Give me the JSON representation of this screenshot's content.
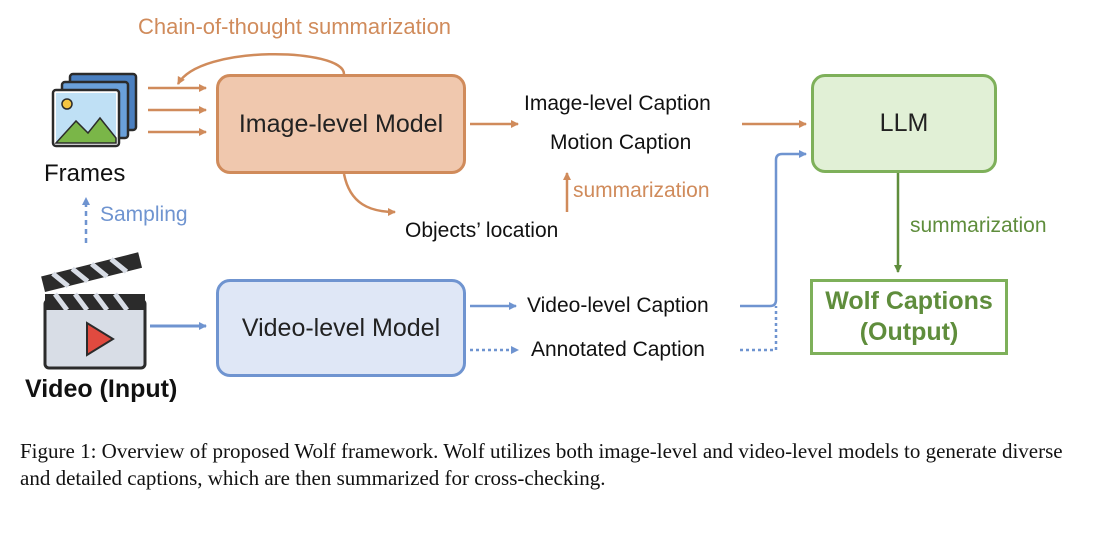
{
  "diagram": {
    "cot_label": "Chain-of-thought summarization",
    "frames_label": "Frames",
    "sampling_label": "Sampling",
    "video_label": "Video (Input)",
    "image_model_label": "Image-level Model",
    "video_model_label": "Video-level Model",
    "image_caption_label": "Image-level Caption",
    "motion_caption_label": "Motion Caption",
    "summarization_mid_label": "summarization",
    "objects_location_label": "Objects’ location",
    "video_caption_label": "Video-level Caption",
    "annotated_caption_label": "Annotated Caption",
    "llm_label": "LLM",
    "summarization_right_label": "summarization",
    "output_line1": "Wolf Captions",
    "output_line2": "(Output)",
    "colors": {
      "orange": "#d08b5b",
      "orange_fill": "#f0c8ae",
      "blue": "#6f94d0",
      "blue_fill": "#dfe7f6",
      "green": "#5f8d3c",
      "green_box": "#7eb05a",
      "green_fill": "#e1f0d6"
    },
    "icons": [
      "frames-icon",
      "video-clapper-icon"
    ]
  },
  "caption": "Figure 1: Overview of proposed Wolf framework. Wolf utilizes both image-level and video-level models to generate diverse and detailed captions, which are then summarized for cross-checking."
}
